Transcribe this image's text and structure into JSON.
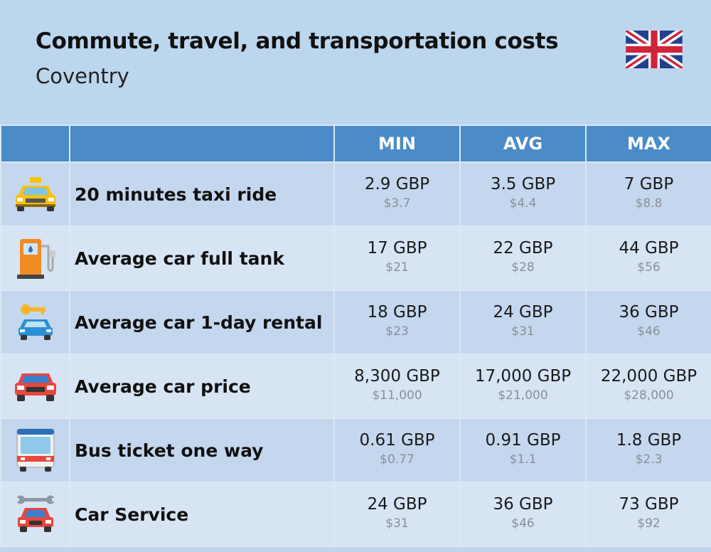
{
  "title": "Commute, travel, and transportation costs",
  "subtitle": "Coventry",
  "flag_icon": "uk-flag-icon",
  "columns": [
    "",
    "",
    "MIN",
    "AVG",
    "MAX"
  ],
  "rows": [
    {
      "icon": "taxi-icon",
      "label": "20 minutes taxi ride",
      "min": {
        "gbp": "2.9 GBP",
        "usd": "$3.7"
      },
      "avg": {
        "gbp": "3.5 GBP",
        "usd": "$4.4"
      },
      "max": {
        "gbp": "7 GBP",
        "usd": "$8.8"
      }
    },
    {
      "icon": "fuel-pump-icon",
      "label": "Average car full tank",
      "min": {
        "gbp": "17 GBP",
        "usd": "$21"
      },
      "avg": {
        "gbp": "22 GBP",
        "usd": "$28"
      },
      "max": {
        "gbp": "44 GBP",
        "usd": "$56"
      }
    },
    {
      "icon": "car-rental-key-icon",
      "label": "Average car 1-day rental",
      "min": {
        "gbp": "18 GBP",
        "usd": "$23"
      },
      "avg": {
        "gbp": "24 GBP",
        "usd": "$31"
      },
      "max": {
        "gbp": "36 GBP",
        "usd": "$46"
      }
    },
    {
      "icon": "car-icon",
      "label": "Average car price",
      "min": {
        "gbp": "8,300 GBP",
        "usd": "$11,000"
      },
      "avg": {
        "gbp": "17,000 GBP",
        "usd": "$21,000"
      },
      "max": {
        "gbp": "22,000 GBP",
        "usd": "$28,000"
      }
    },
    {
      "icon": "bus-icon",
      "label": "Bus ticket one way",
      "min": {
        "gbp": "0.61 GBP",
        "usd": "$0.77"
      },
      "avg": {
        "gbp": "0.91 GBP",
        "usd": "$1.1"
      },
      "max": {
        "gbp": "1.8 GBP",
        "usd": "$2.3"
      }
    },
    {
      "icon": "car-service-wrench-icon",
      "label": "Car Service",
      "min": {
        "gbp": "24 GBP",
        "usd": "$31"
      },
      "avg": {
        "gbp": "36 GBP",
        "usd": "$46"
      },
      "max": {
        "gbp": "73 GBP",
        "usd": "$92"
      }
    }
  ],
  "colors": {
    "background": "#bcd6ee",
    "header_row": "#4a8bc8",
    "row_odd": "#c5d7ee",
    "row_even": "#d7e4f4",
    "usd_text": "#8a8f96"
  }
}
